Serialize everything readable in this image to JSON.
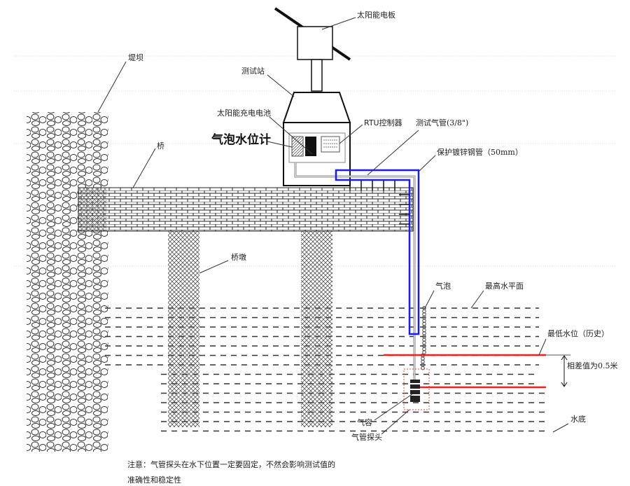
{
  "labels": {
    "solar_panel": "太阳能电板",
    "test_station": "测试站",
    "dam": "堤坝",
    "solar_battery": "太阳能充电电池",
    "bubble_gauge": "气泡水位计",
    "rtu": "RTU控制器",
    "test_tube": "测试气管(3/8\")",
    "bridge": "桥",
    "steel_pipe": "保护镀锌钢管（50mm）",
    "pier": "桥墩",
    "bubble": "气泡",
    "highest_level": "最高水平面",
    "lowest_level": "最低水位（历史）",
    "difference": "相差值为0.5米",
    "riverbed": "水底",
    "air_chamber": "气容",
    "probe": "气管探头"
  },
  "note": {
    "line1": "注意：气管探头在水下位置一定要固定，不然会影响测试值的",
    "line2": "准确性和稳定性"
  },
  "colors": {
    "pipe": "#1a1aff",
    "water_level_marker": "#ff1a1a"
  }
}
